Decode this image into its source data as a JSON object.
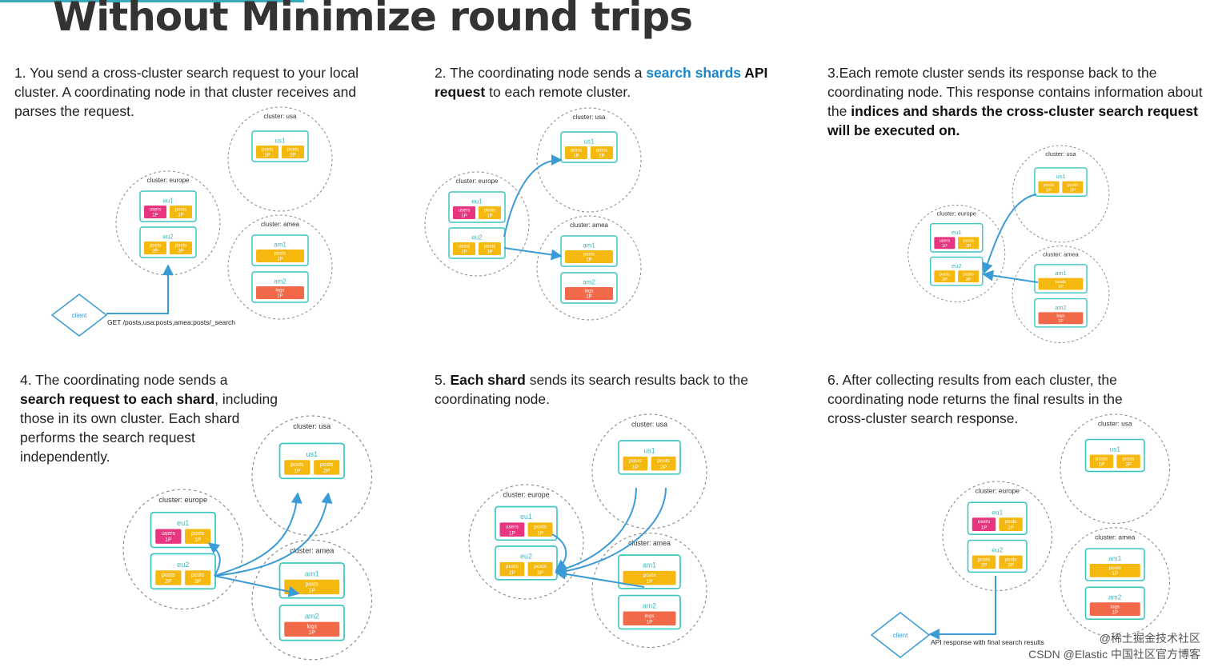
{
  "title": "Without Minimize round trips",
  "steps": {
    "s1": {
      "a": "1. You send a cross-cluster search request to your local cluster. A coordinating node in that cluster receives and parses the request."
    },
    "s2": {
      "a": "2. The coordinating node sends a ",
      "b": "search shards",
      "c": " API",
      "d": "request",
      "e": " to each remote cluster."
    },
    "s3": {
      "a": "3.Each remote cluster sends its response back to the coordinating node. This response contains information about the ",
      "b": "indices and shards the cross-cluster search request will be executed on."
    },
    "s4": {
      "a": "4. The coordinating node sends a ",
      "b": "search request to each shard",
      "c": ", including those in its own cluster. Each shard performs the search request independently."
    },
    "s5": {
      "a": "5. ",
      "b": "Each shard",
      "c": " sends its search results back to the coordinating node."
    },
    "s6": {
      "a": "6. After collecting results from each cluster, the coordinating node returns the final results in the cross-cluster search response."
    }
  },
  "diagram": {
    "cluster_usa": "cluster: usa",
    "cluster_europe": "cluster: europe",
    "cluster_amea": "cluster: amea",
    "node_us1": "us1",
    "node_eu1": "eu1",
    "node_eu2": "eu2",
    "node_am1": "am1",
    "node_am2": "am2",
    "shard_posts": "posts",
    "shard_users": "users",
    "shard_logs": "logs",
    "p1": "1P",
    "p2": "2P",
    "p3": "3P",
    "client": "client",
    "request": "GET /posts,usa:posts,amea:posts/_search",
    "response": "API response with final search results"
  },
  "colors": {
    "node": "#3cc6c0",
    "posts": "#f5b80f",
    "users": "#e8357f",
    "logs": "#f2694a",
    "arrow": "#3b9bd6",
    "highlight": "#1a86c9"
  },
  "watermark": {
    "line1": "@稀土掘金技术社区",
    "line2": "CSDN @Elastic 中国社区官方博客"
  }
}
